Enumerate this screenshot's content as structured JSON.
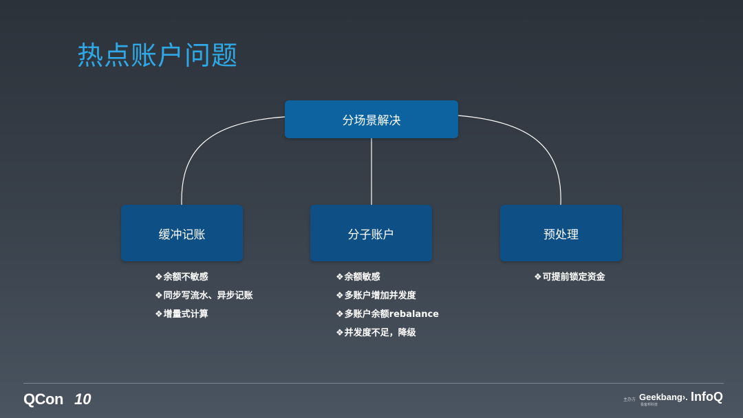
{
  "slide": {
    "title": "热点账户问题"
  },
  "diagram": {
    "root": "分场景解决",
    "children": [
      {
        "label": "缓冲记账",
        "bullets": [
          "余额不敏感",
          "同步写流水、异步记账",
          "增量式计算"
        ]
      },
      {
        "label": "分子账户",
        "bullets": [
          "余额敏感",
          "多账户增加并发度",
          "多账户余额rebalance",
          "并发度不足，降级"
        ]
      },
      {
        "label": "预处理",
        "bullets": [
          "可提前锁定资金"
        ]
      }
    ],
    "bullet_mark": "❖",
    "line_color": "#ffffff"
  },
  "footer": {
    "brand": "QCon",
    "edition": "10",
    "host_label": "主办方",
    "geekbang": "Geekbang›.",
    "geekbang_sub": "极客邦科技",
    "infoq": "InfoQ"
  }
}
